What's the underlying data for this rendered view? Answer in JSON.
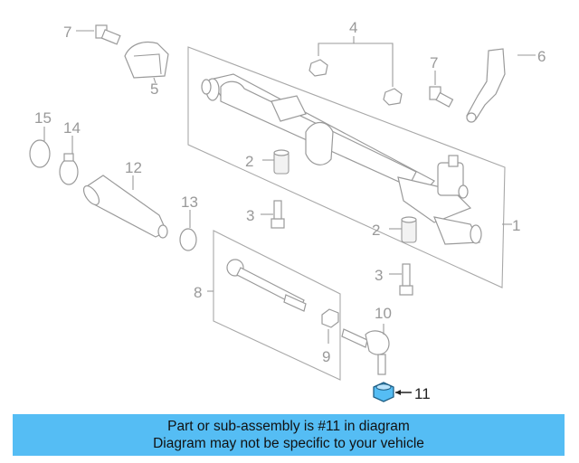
{
  "diagram": {
    "callouts": {
      "c1": "1",
      "c2a": "2",
      "c2b": "2",
      "c3a": "3",
      "c3b": "3",
      "c4": "4",
      "c5": "5",
      "c6": "6",
      "c7a": "7",
      "c7b": "7",
      "c8": "8",
      "c9": "9",
      "c10": "10",
      "c11": "11",
      "c12": "12",
      "c13": "13",
      "c14": "14",
      "c15": "15"
    },
    "highlight_color": "#55bdf4"
  },
  "caption": {
    "line1": "Part or sub-assembly is #11 in diagram",
    "line2": "Diagram may not be specific to your vehicle",
    "background": "#55bdf4"
  }
}
